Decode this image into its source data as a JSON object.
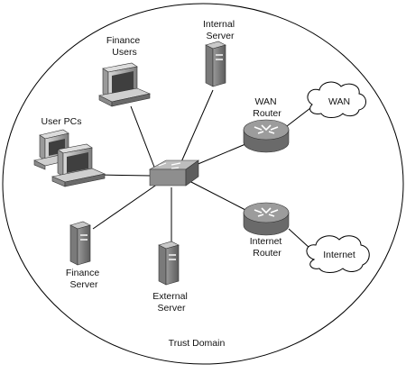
{
  "labels": {
    "finance_users": [
      "Finance",
      "Users"
    ],
    "internal_server": [
      "Internal",
      "Server"
    ],
    "user_pcs": [
      "User PCs"
    ],
    "wan_router": [
      "WAN",
      "Router"
    ],
    "wan_cloud": "WAN",
    "internet_router": [
      "Internet",
      "Router"
    ],
    "internet_cloud": "Internet",
    "finance_server": [
      "Finance",
      "Server"
    ],
    "external_server": [
      "External",
      "Server"
    ],
    "trust_domain": "Trust Domain"
  },
  "icons": [
    "switch-icon",
    "router-icon",
    "server-icon",
    "workstation-icon",
    "cloud-icon"
  ],
  "colors": {
    "line": "#000000",
    "device_dark": "#6e6e6e",
    "device_light": "#cfcfcf",
    "router_face": "#8d8d8d"
  }
}
